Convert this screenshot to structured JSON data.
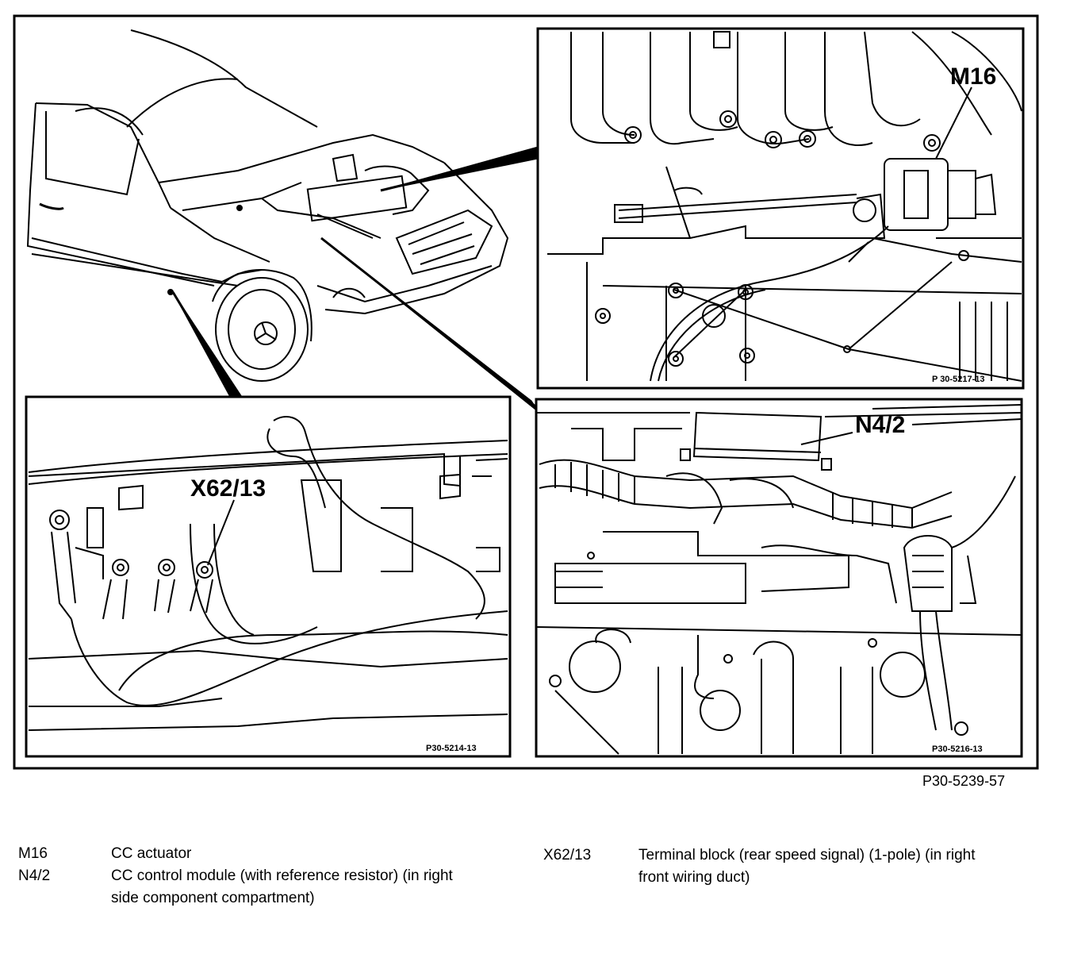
{
  "figure_code": "P30-5239-57",
  "panels": {
    "actuator": {
      "callout": "M16",
      "ref": "P 30-5217-13"
    },
    "module": {
      "callout": "N4/2",
      "ref": "P30-5216-13"
    },
    "terminal": {
      "callout": "X62/13",
      "ref": "P30-5214-13"
    }
  },
  "legend": [
    {
      "code": "M16",
      "desc": "CC actuator"
    },
    {
      "code": "N4/2",
      "desc": "CC control module (with reference resistor) (in right side component compartment)"
    },
    {
      "code": "X62/13",
      "desc": "Terminal block (rear speed signal) (1-pole) (in right front wiring duct)"
    }
  ]
}
